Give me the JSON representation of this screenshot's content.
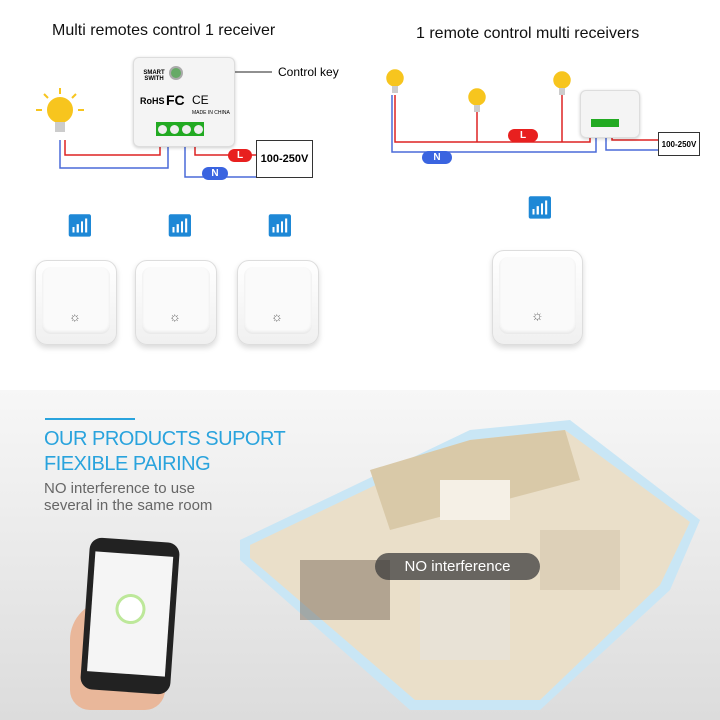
{
  "left_panel": {
    "title": "Multi remotes control 1 receiver",
    "control_key_label": "Control key",
    "receiver": {
      "brand": "SMART SWITH",
      "rohs": "RoHS",
      "fc": "FC",
      "ce": "CE",
      "made_in": "MADE IN CHINA"
    },
    "live_label": "L",
    "neutral_label": "N",
    "voltage": "100-250V"
  },
  "right_panel": {
    "title": "1 remote control multi receivers",
    "live_label": "L",
    "neutral_label": "N",
    "voltage": "100-250V"
  },
  "bottom": {
    "heading_line1": "OUR PRODUCTS SUPORT",
    "heading_line2": "FIEXIBLE PAIRING",
    "sub_line1": "NO interference to use",
    "sub_line2": "several in the same room",
    "badge": "NO interference"
  },
  "colors": {
    "accent": "#29a3dd",
    "live": "#e8201f",
    "neutral": "#3a64e0",
    "wifi": "#1e88d6",
    "bulb": "#f7c51e"
  }
}
